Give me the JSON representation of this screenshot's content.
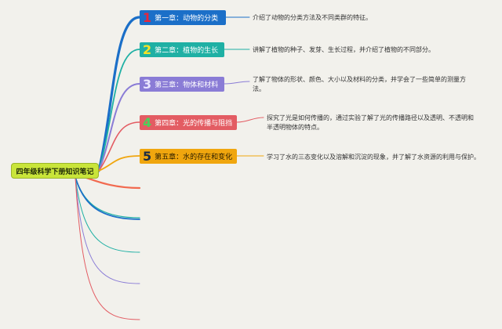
{
  "root": {
    "title": "四年级科学下册知识笔记"
  },
  "chapters": [
    {
      "number": "1",
      "title": "第一章：动物的分类",
      "description": "介绍了动物的分类方法及不同类群的特征。",
      "color": "#1b6fc8"
    },
    {
      "number": "2",
      "title": "第二章：植物的生长",
      "description": "讲解了植物的种子、发芽、生长过程，并介绍了植物的不同部分。",
      "color": "#1fb0a4"
    },
    {
      "number": "3",
      "title": "第三章：物体和材料",
      "description": "了解了物体的形状、颜色、大小以及材料的分类，并学会了一些简单的测量方法。",
      "color": "#8a7cd6"
    },
    {
      "number": "4",
      "title": "第四章：光的传播与阻挡",
      "description": "探究了光是如何传播的，通过实验了解了光的传播路径以及透明、不透明和半透明物体的特点。",
      "color": "#e35c63"
    },
    {
      "number": "5",
      "title": "第五章：水的存在和变化",
      "description": "学习了水的三态变化以及溶解和沉淀的现象，并了解了水资源的利用与保护。",
      "color": "#f0a60e"
    }
  ],
  "extra_branch_colors": [
    "#f26a4f",
    "#1fb0a4",
    "#1b6fc8",
    "#1fb0a4",
    "#8a7cd6",
    "#e35c63"
  ]
}
